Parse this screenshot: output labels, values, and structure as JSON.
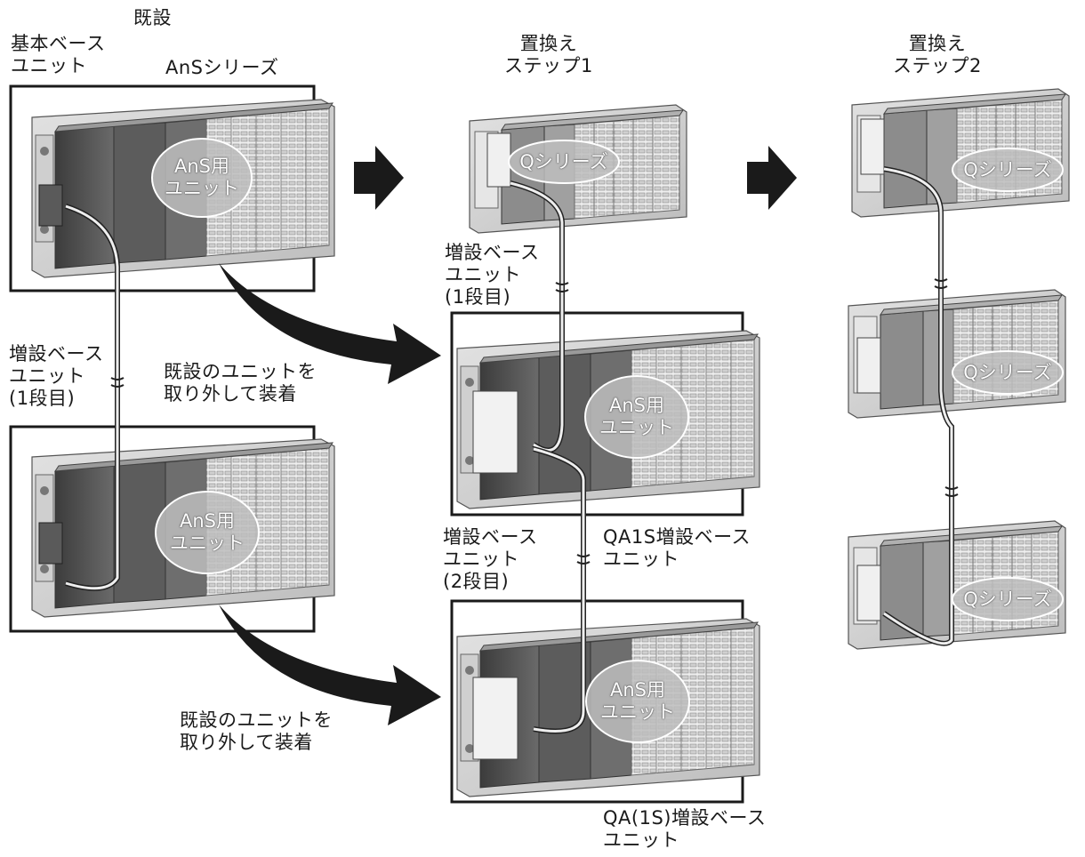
{
  "labels": {
    "existing": "既設",
    "main_base": "基本ベース\nユニット",
    "ans_series": "AnSシリーズ",
    "replace_step1": "置換え\nステップ1",
    "replace_step2": "置換え\nステップ2",
    "ext_base_left": "増設ベース\nユニット\n(1段目)",
    "ext_base_1st": "増設ベース\nユニット\n(1段目)",
    "ext_base_2nd": "増設ベース\nユニット\n(2段目)",
    "remove_install_1": "既設のユニットを\n取り外して装着",
    "remove_install_2": "既設のユニットを\n取り外して装着",
    "qa1s_ext_base": "QA1S増設ベース\nユニット",
    "qa_1s_ext_base": "QA(1S)増設ベース\nユニット"
  },
  "ovals": {
    "ans_unit": "AnS用\nユニット",
    "q_series": "Qシリーズ"
  },
  "colors": {
    "line": "#1a1a1a",
    "rack_dark": "#4a4a4a",
    "rack_mid": "#8a8a8a",
    "rack_light": "#d6d6d6",
    "background": "#ffffff"
  }
}
